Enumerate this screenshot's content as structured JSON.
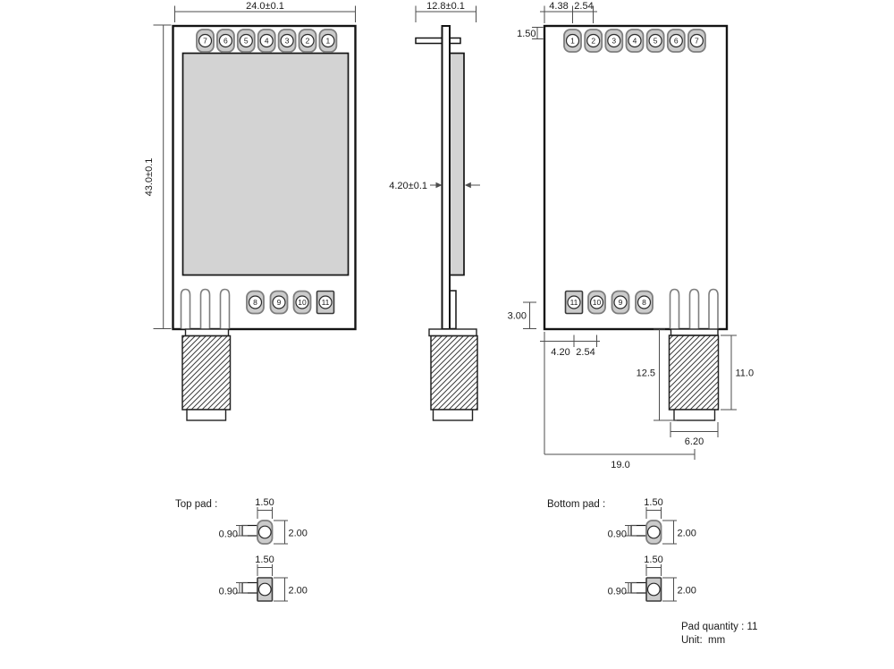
{
  "front_view": {
    "width_dim": "24.0±0.1",
    "height_dim": "43.0±0.1",
    "top_pad_numbers": [
      "7",
      "6",
      "5",
      "4",
      "3",
      "2",
      "1"
    ],
    "bottom_pad_numbers": [
      "8",
      "9",
      "10",
      "11"
    ]
  },
  "side_view": {
    "width_dim": "12.8±0.1",
    "thickness_dim": "4.20±0.1"
  },
  "back_view": {
    "top_margin_dim": "1.50",
    "edge_to_pad_dim": "4.38",
    "pad_pitch_dim": "2.54",
    "top_pad_numbers": [
      "1",
      "2",
      "3",
      "4",
      "5",
      "6",
      "7"
    ],
    "bottom_pad_numbers": [
      "11",
      "10",
      "9",
      "8"
    ],
    "bottom_margin_dim": "3.00",
    "bottom_edge_to_pad_dim": "4.20",
    "bottom_pad_pitch_dim": "2.54",
    "connector_total_length_dim": "12.5",
    "connector_body_length_dim": "11.0",
    "connector_width_dim": "6.20",
    "connector_offset_dim": "19.0"
  },
  "pad_details": {
    "top_label": "Top pad :",
    "bottom_label": "Bottom pad :",
    "pad_width_dim": "1.50",
    "tab_height_dim": "0.90",
    "pad_height_dim": "2.00"
  },
  "notes": {
    "pad_quantity": "Pad quantity : 11",
    "unit": "Unit:  mm"
  },
  "colors": {
    "background": "#ffffff",
    "shield_fill": "#d3d3d3",
    "pad_fill": "#cbcbcb",
    "outline": "#141414",
    "dimension": "#4d4d4d"
  }
}
